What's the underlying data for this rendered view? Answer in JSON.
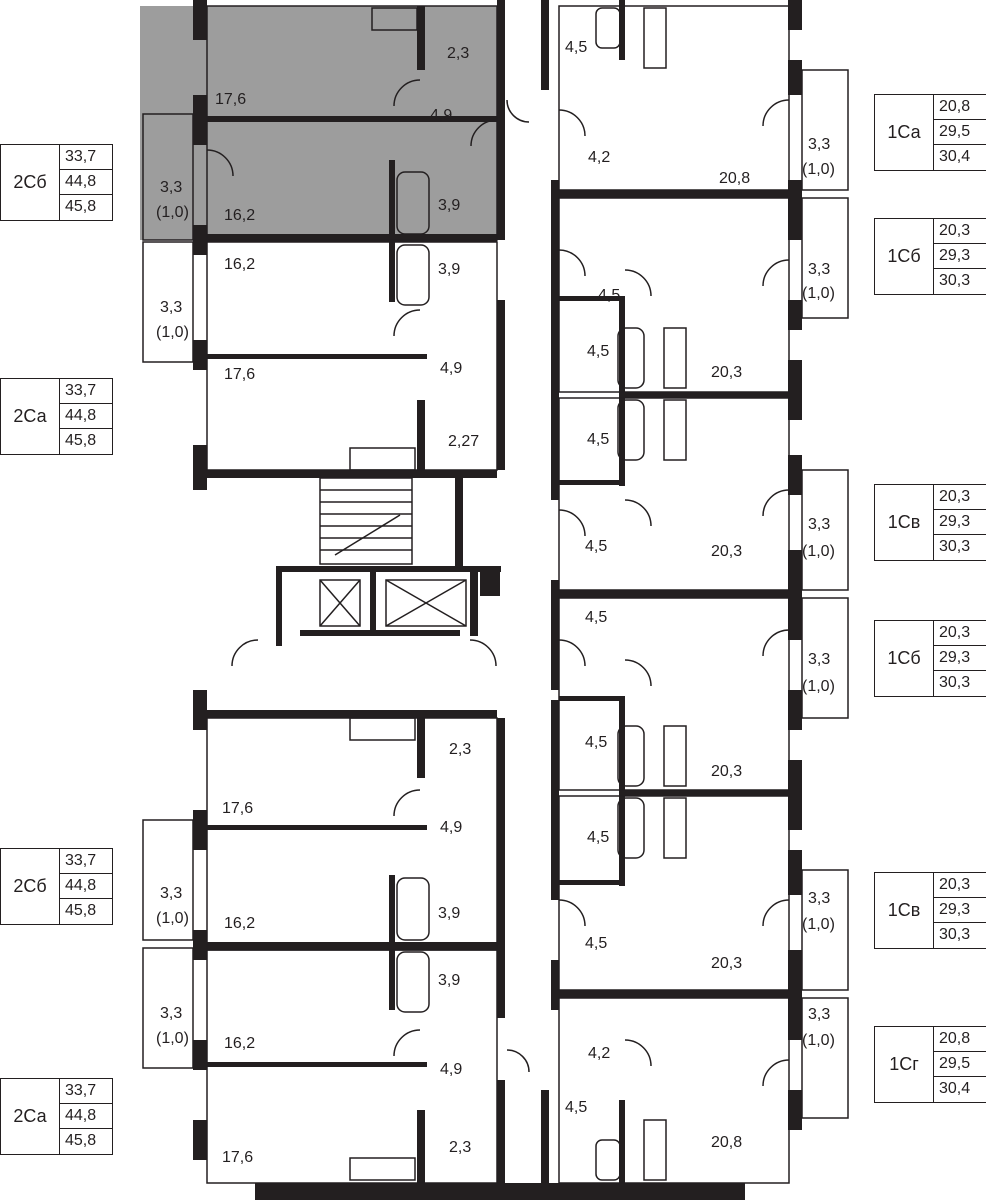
{
  "colors": {
    "wall": "#231f20",
    "highlight": "#9d9d9d",
    "line": "#231f20",
    "paper": "#ffffff"
  },
  "rooms": {
    "a_living_top": "17,6",
    "a_hall_top": "4,9",
    "a_bath_top": "2,3",
    "a_bal_top": "3,3",
    "a_bal_top_ext": "(1,0)",
    "a_bed_top": "16,2",
    "a_wc_top": "3,9",
    "b_bed": "16,2",
    "b_wc": "3,9",
    "b_bal": "3,3",
    "b_bal_ext": "(1,0)",
    "b_living": "17,6",
    "b_hall": "4,9",
    "b_bath": "2,27",
    "c_living": "17,6",
    "c_bath": "2,3",
    "c_hall": "4,9",
    "c_bal": "3,3",
    "c_bal_ext": "(1,0)",
    "c_bed": "16,2",
    "c_wc": "3,9",
    "d_wc": "3,9",
    "d_bal": "3,3",
    "d_bal_ext": "(1,0)",
    "d_bed": "16,2",
    "d_hall": "4,9",
    "d_bath": "2,3",
    "d_living": "17,6",
    "r1_bath": "4,5",
    "r1_hall": "4,2",
    "r1_room": "20,8",
    "r1_bal": "3,3",
    "r1_bal_ext": "(1,0)",
    "r2_hall": "4,5",
    "r2_bal": "3,3",
    "r2_bal_ext": "(1,0)",
    "r2_bath": "4,5",
    "r2_room": "20,3",
    "r3_bath": "4,5",
    "r3_hall": "4,5",
    "r3_room": "20,3",
    "r3_bal": "3,3",
    "r3_bal_ext": "(1,0)",
    "r4_hall": "4,5",
    "r4_bal": "3,3",
    "r4_bal_ext": "(1,0)",
    "r4_bath": "4,5",
    "r4_room": "20,3",
    "r5_bath": "4,5",
    "r5_bal": "3,3",
    "r5_bal_ext": "(1,0)",
    "r5_hall": "4,5",
    "r5_room": "20,3",
    "r6_bal": "3,3",
    "r6_bal_ext": "(1,0)",
    "r6_hall": "4,2",
    "r6_bath": "4,5",
    "r6_room": "20,8"
  },
  "apartments": [
    {
      "code": "2Сб",
      "values": [
        "33,7",
        "44,8",
        "45,8"
      ]
    },
    {
      "code": "2Са",
      "values": [
        "33,7",
        "44,8",
        "45,8"
      ]
    },
    {
      "code": "2Сб",
      "values": [
        "33,7",
        "44,8",
        "45,8"
      ]
    },
    {
      "code": "2Са",
      "values": [
        "33,7",
        "44,8",
        "45,8"
      ]
    },
    {
      "code": "1Са",
      "values": [
        "20,8",
        "29,5",
        "30,4"
      ]
    },
    {
      "code": "1Сб",
      "values": [
        "20,3",
        "29,3",
        "30,3"
      ]
    },
    {
      "code": "1Св",
      "values": [
        "20,3",
        "29,3",
        "30,3"
      ]
    },
    {
      "code": "1Сб",
      "values": [
        "20,3",
        "29,3",
        "30,3"
      ]
    },
    {
      "code": "1Св",
      "values": [
        "20,3",
        "29,3",
        "30,3"
      ]
    },
    {
      "code": "1Сг",
      "values": [
        "20,8",
        "29,5",
        "30,4"
      ]
    }
  ]
}
